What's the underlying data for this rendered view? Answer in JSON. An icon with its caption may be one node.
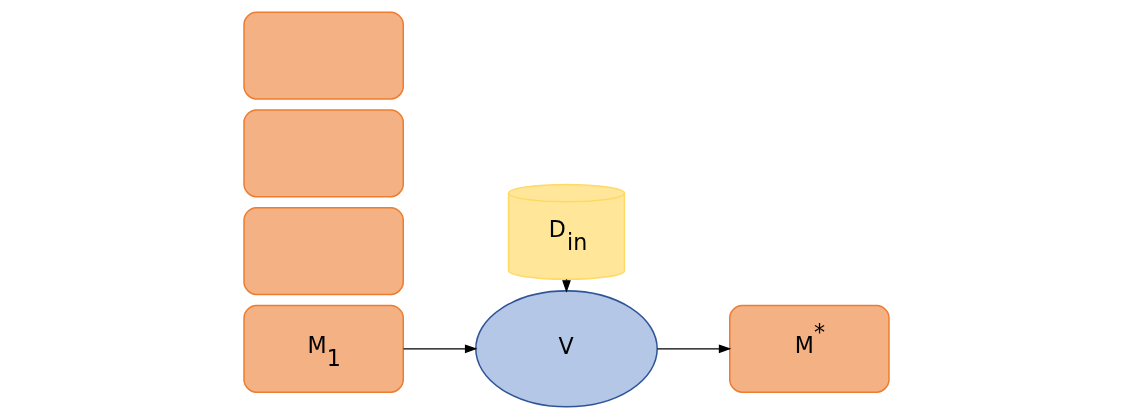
{
  "diagram": {
    "nodes": [
      {
        "text": [
          "D$_{in}$"
        ]
      },
      {
        "text": [],
        "shape": "box"
      },
      {
        "text": [],
        "shape": "box"
      },
      {
        "text": [],
        "shape": "box"
      },
      {
        "text": [
          "M$_{1}$"
        ]
      },
      {
        "text": [
          "V"
        ]
      },
      {
        "text": [
          "M$^{*}$"
        ]
      }
    ],
    "edges": [
      {
        "from": 0,
        "to": 5,
        "arrow": "to"
      },
      {
        "from": 4,
        "to": 5,
        "arrow": "to"
      },
      {
        "from": 5,
        "to": 6,
        "arrow": "to"
      }
    ]
  }
}
